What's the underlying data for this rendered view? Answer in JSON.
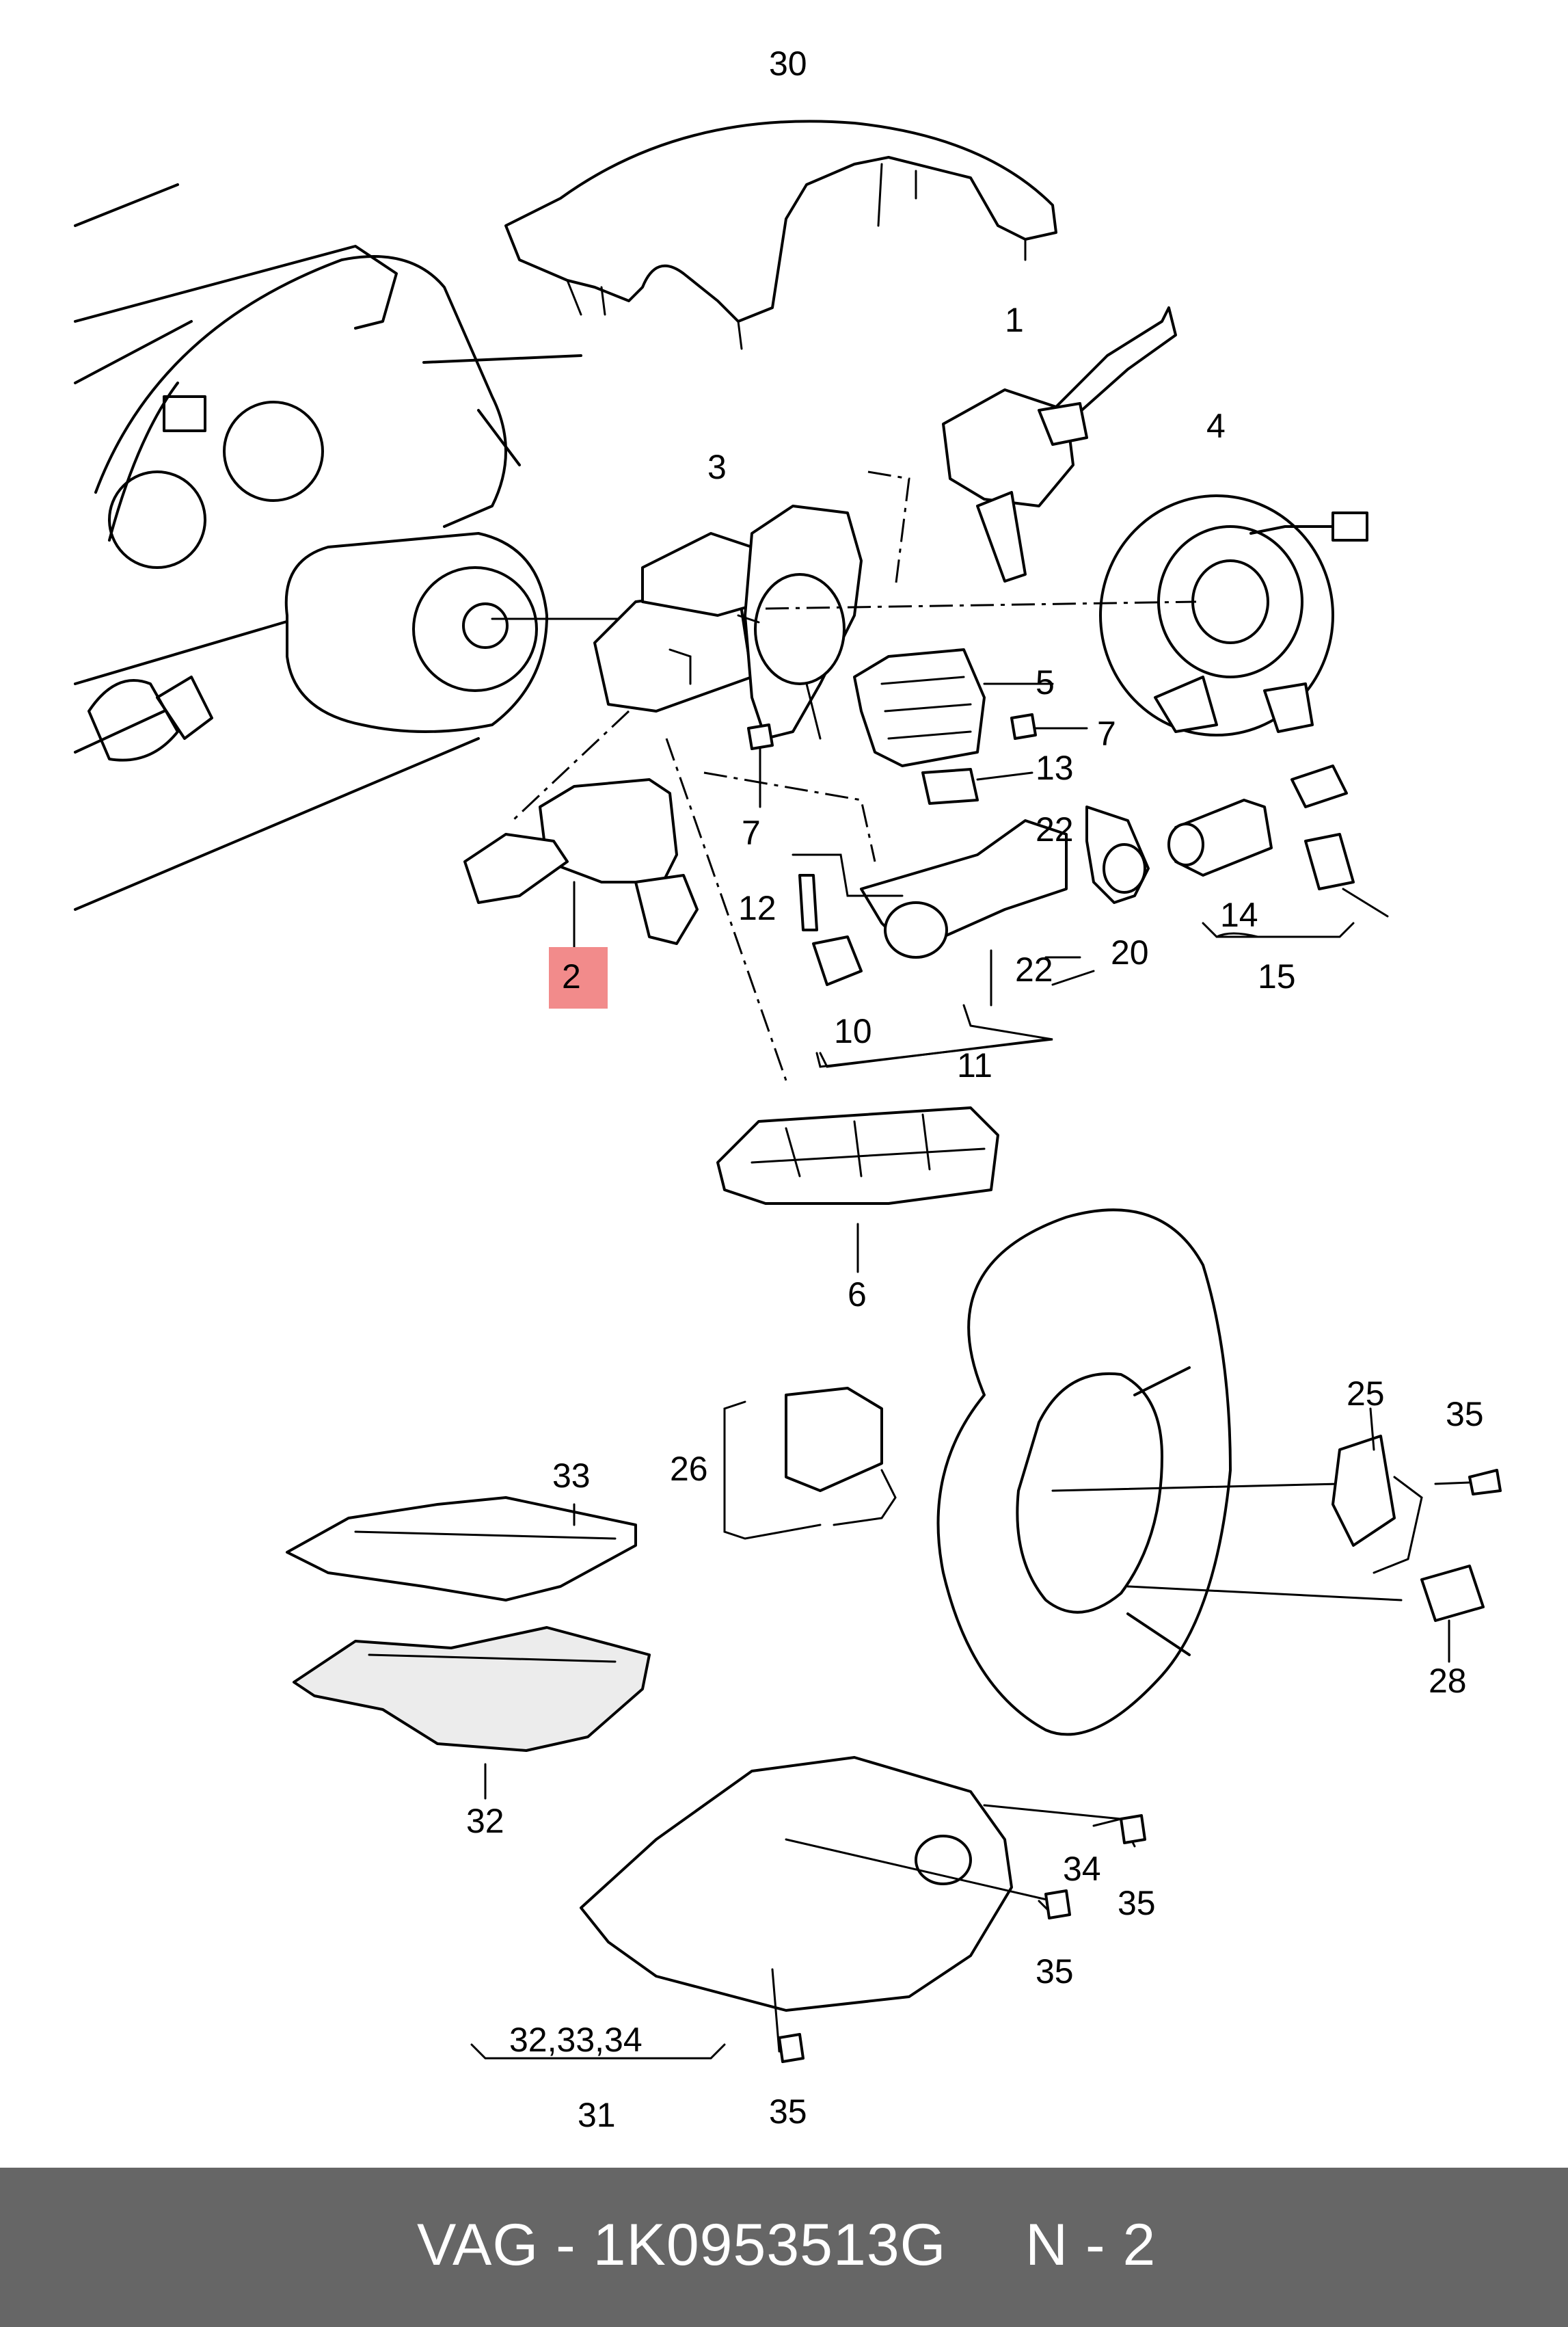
{
  "footer": {
    "part_code": "VAG - 1K0953513G",
    "page": "N - 2"
  },
  "callouts": {
    "c1": "1",
    "c2": "2",
    "c3": "3",
    "c4": "4",
    "c5": "5",
    "c6": "6",
    "c7a": "7",
    "c7b": "7",
    "c10": "10",
    "c11": "11",
    "c12": "12",
    "c13": "13",
    "c14": "14",
    "c15": "15",
    "c20": "20",
    "c22a": "22",
    "c22b": "22",
    "c25": "25",
    "c26": "26",
    "c28": "28",
    "c30": "30",
    "c31": "31",
    "c32": "32",
    "c33": "33",
    "c34": "34",
    "c35a": "35",
    "c35b": "35",
    "c35c": "35",
    "c35d": "35",
    "c323334": "32,33,34"
  },
  "highlight_color": "#f28b8b",
  "footer_bg_color": "#666666"
}
